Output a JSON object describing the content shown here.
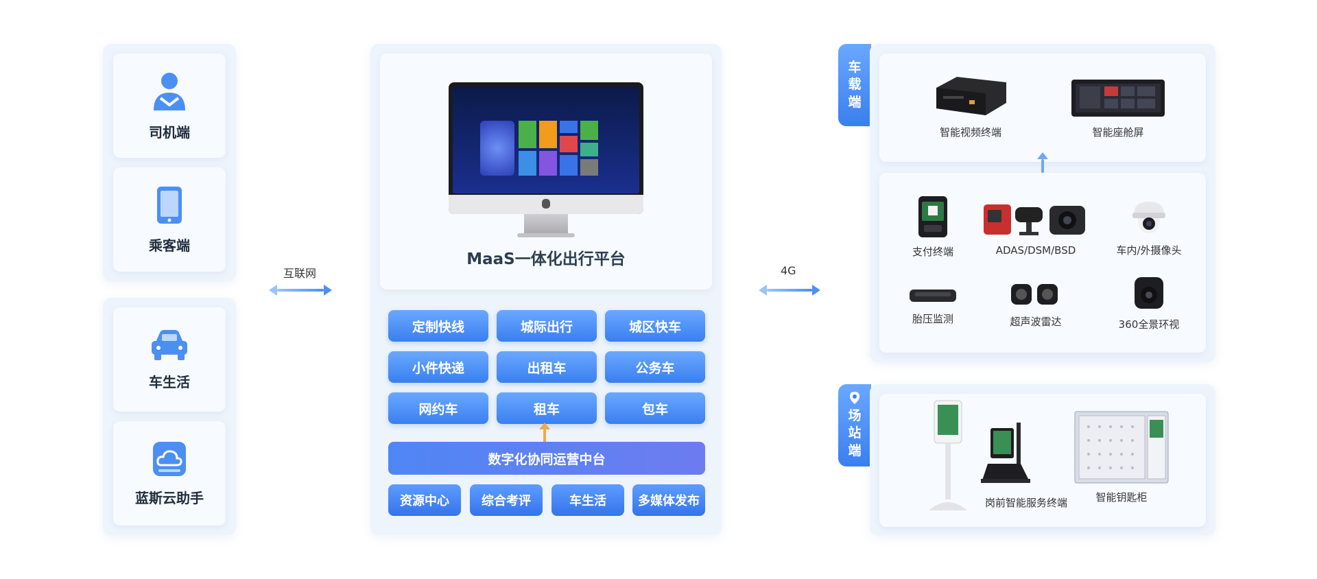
{
  "left": {
    "group1": [
      {
        "label": "司机端",
        "icon": "driver-icon"
      },
      {
        "label": "乘客端",
        "icon": "phone-icon"
      }
    ],
    "group2": [
      {
        "label": "车生活",
        "icon": "car-icon"
      },
      {
        "label": "蓝斯云助手",
        "icon": "cloud-assistant-icon"
      }
    ],
    "arrow_label": "互联网"
  },
  "center": {
    "platform_title": "MaaS一体化出行平台",
    "services": [
      "定制快线",
      "城际出行",
      "城区快车",
      "小件快递",
      "出租车",
      "公务车",
      "网约车",
      "租车",
      "包车"
    ],
    "middle_bar": "数字化协同运营中台",
    "bottom": [
      "资源中心",
      "综合考评",
      "车生活",
      "多媒体发布"
    ]
  },
  "right": {
    "arrow_label": "4G",
    "vehicle_tab": [
      "车",
      "载",
      "端"
    ],
    "vehicle_top": [
      "智能视频终端",
      "智能座舱屏"
    ],
    "vehicle_row1": [
      "支付终端",
      "ADAS/DSM/BSD",
      "车内/外摄像头"
    ],
    "vehicle_row2": [
      "胎压监测",
      "超声波雷达",
      "360全景环视"
    ],
    "station_tab": [
      "场",
      "站",
      "端"
    ],
    "station_devices": [
      "岗前智能服务终端",
      "智能钥匙柜"
    ]
  },
  "colors": {
    "accent": "#3a7ff0",
    "orange": "#f3a649",
    "panel": "#eef4fc"
  }
}
